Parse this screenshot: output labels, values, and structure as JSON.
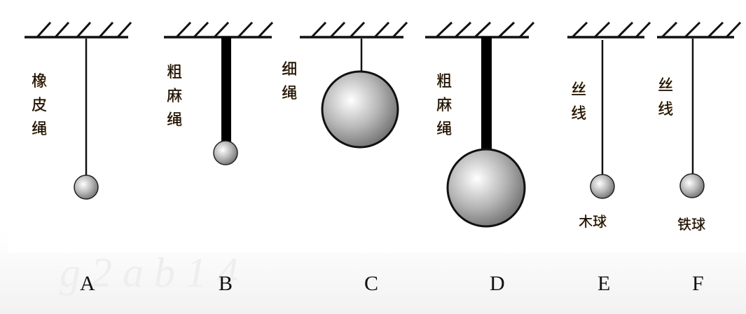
{
  "figure": {
    "panels": [
      {
        "letter": "A",
        "label": "橡皮绳",
        "rope": "thin",
        "ball": "small"
      },
      {
        "letter": "B",
        "label": "粗麻绳",
        "rope": "thick",
        "ball": "small"
      },
      {
        "letter": "C",
        "label": "细绳",
        "rope": "thin",
        "ball": "large"
      },
      {
        "letter": "D",
        "label": "粗麻绳",
        "rope": "thick",
        "ball": "large"
      },
      {
        "letter": "E",
        "label": "丝线",
        "rope": "thin",
        "ball": "small",
        "ball_label": "木球"
      },
      {
        "letter": "F",
        "label": "丝线",
        "rope": "thin",
        "ball": "small",
        "ball_label": "铁球"
      }
    ],
    "label_chars": {
      "A": [
        "橡",
        "皮",
        "绳"
      ],
      "B": [
        "粗",
        "麻",
        "绳"
      ],
      "C": [
        "细",
        "绳"
      ],
      "D": [
        "粗",
        "麻",
        "绳"
      ],
      "E": [
        "丝",
        "线"
      ],
      "F": [
        "丝",
        "线"
      ]
    },
    "colors": {
      "line": "#111111",
      "ball_light": "#ffffff",
      "ball_dark": "#6e6e6e",
      "text_shadow": "#a86a20"
    }
  }
}
